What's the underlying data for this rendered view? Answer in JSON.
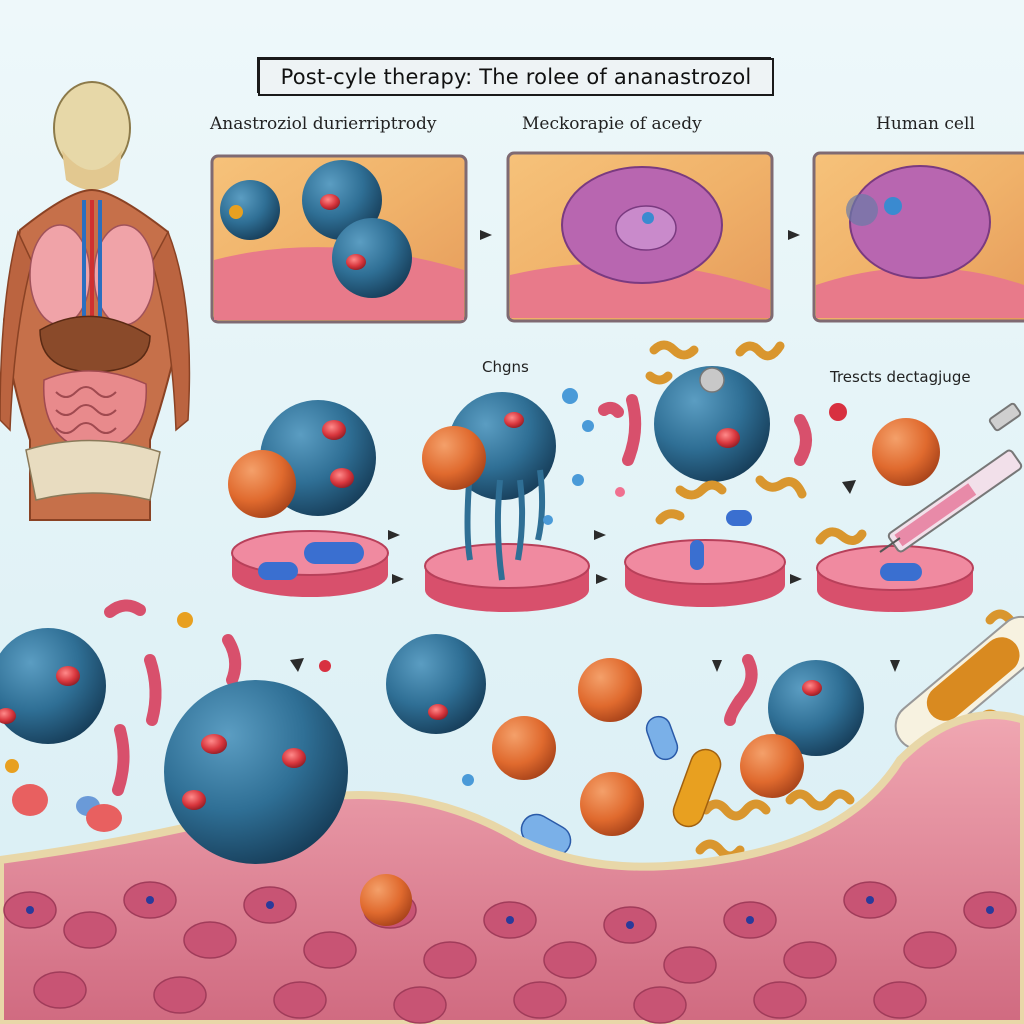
{
  "title": "Post-cyle therapy: The rolee of ananastrozol",
  "panel_labels": {
    "left": "Anastroziol durierriptrody",
    "middle": "Meckorapie of acedy",
    "right": "Human cell"
  },
  "labels": {
    "center": "Chgns",
    "right": "Trescts dectagjuge"
  },
  "colors": {
    "background": "#e6f4f8",
    "cell_blue": "#2f6f95",
    "cell_dark": "#1d4a6a",
    "nucleus_red": "#d8363d",
    "orange_sphere": "#e06a2e",
    "dish_pink": "#e0607a",
    "tissue_pink": "#e58a9a",
    "tissue_cell": "#b84868",
    "protein_orange": "#d9962e",
    "panel_border": "#7f6a72"
  }
}
